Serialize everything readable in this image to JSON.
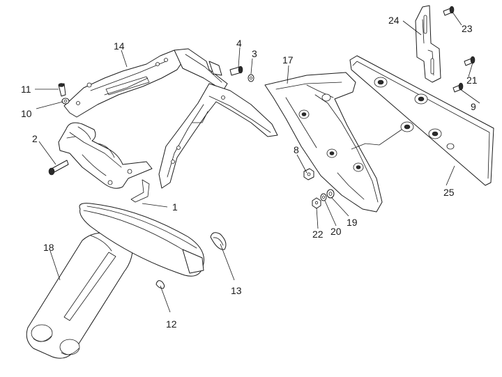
{
  "diagram": {
    "parts": [
      {
        "id": "part-1",
        "label": "1"
      },
      {
        "id": "part-2",
        "label": "2"
      },
      {
        "id": "part-3",
        "label": "3"
      },
      {
        "id": "part-4",
        "label": "4"
      },
      {
        "id": "part-8",
        "label": "8"
      },
      {
        "id": "part-9",
        "label": "9"
      },
      {
        "id": "part-10",
        "label": "10"
      },
      {
        "id": "part-11",
        "label": "11"
      },
      {
        "id": "part-12",
        "label": "12"
      },
      {
        "id": "part-13",
        "label": "13"
      },
      {
        "id": "part-14",
        "label": "14"
      },
      {
        "id": "part-17",
        "label": "17"
      },
      {
        "id": "part-18",
        "label": "18"
      },
      {
        "id": "part-19",
        "label": "19"
      },
      {
        "id": "part-20",
        "label": "20"
      },
      {
        "id": "part-21",
        "label": "21"
      },
      {
        "id": "part-22",
        "label": "22"
      },
      {
        "id": "part-23",
        "label": "23"
      },
      {
        "id": "part-24",
        "label": "24"
      },
      {
        "id": "part-25",
        "label": "25"
      }
    ]
  }
}
